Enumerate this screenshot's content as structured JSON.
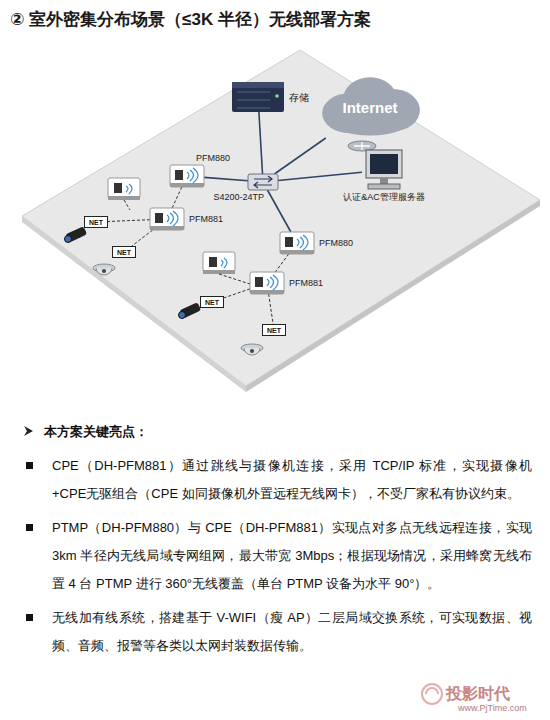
{
  "diagram": {
    "title": "② 室外密集分布场景（≤3K 半径）无线部署方案",
    "nodes": [
      {
        "text": [
          "存储"
        ]
      },
      {
        "text": [
          "Internet"
        ]
      },
      {
        "text": [
          "认证&AC管理服务器"
        ]
      },
      {
        "text": [
          "S4200-24TP"
        ]
      },
      {
        "text": [
          "PFM880"
        ]
      },
      {
        "text": [
          "PFM881"
        ]
      },
      {
        "text": [
          "PFM880"
        ]
      },
      {
        "text": [
          "PFM881"
        ]
      },
      {
        "text": [
          "NET"
        ]
      },
      {
        "text": [
          "NET"
        ]
      },
      {
        "text": [
          "NET"
        ]
      },
      {
        "text": [
          "NET"
        ]
      }
    ],
    "edges": [
      {
        "from": 0,
        "to": 3,
        "arrow": "none"
      },
      {
        "from": 1,
        "to": 3,
        "arrow": "none"
      },
      {
        "from": 3,
        "to": 2,
        "arrow": "none"
      },
      {
        "from": 3,
        "to": 4,
        "arrow": "none"
      },
      {
        "from": 3,
        "to": 6,
        "arrow": "none"
      },
      {
        "from": 4,
        "to": 5,
        "arrow": "none"
      },
      {
        "from": 6,
        "to": 7,
        "arrow": "none"
      },
      {
        "from": 5,
        "to": 8,
        "arrow": "none"
      },
      {
        "from": 5,
        "to": 9,
        "arrow": "none"
      },
      {
        "from": 7,
        "to": 10,
        "arrow": "none"
      },
      {
        "from": 7,
        "to": 11,
        "arrow": "none"
      }
    ],
    "labels": [
      "本方案关键亮点：",
      "CPE（DH-PFM881）通过跳线与摄像机连接，采用 TCP/IP 标准，实现摄像机+CPE无驱组合（CPE 如同摄像机外置远程无线网卡），不受厂家私有协议约束。",
      "PTMP（DH-PFM880）与 CPE（DH-PFM881）实现点对多点无线远程连接，实现 3km 半径内无线局域专网组网，最大带宽 3Mbps；根据现场情况，采用蜂窝无线布置 4 台 PTMP 进行 360°无线覆盖（单台 PTMP 设备为水平 90°）。",
      "无线加有线系统，搭建基于 V-WIFI（瘦 AP）二层局域交换系统，可实现数据、视频、音频、报警等各类以太网封装数据传输。",
      "投影时代",
      "www.PjTime.com"
    ]
  }
}
